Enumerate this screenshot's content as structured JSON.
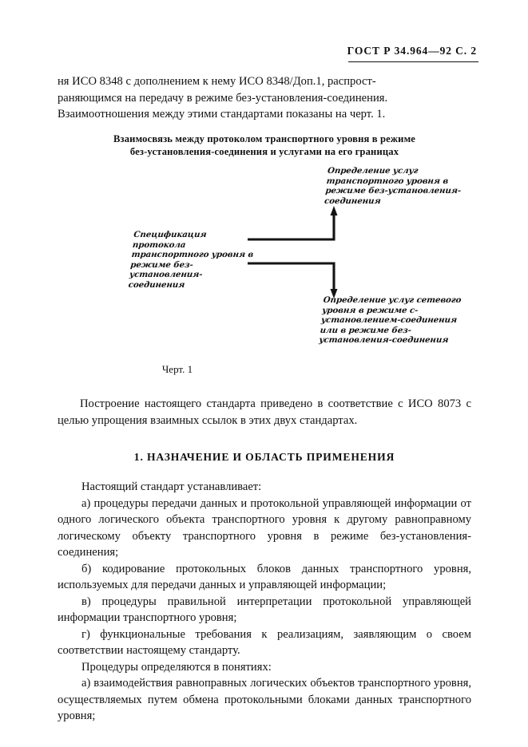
{
  "header": {
    "standard_ref": "ГОСТ Р 34.964—92 С. 2"
  },
  "intro": {
    "line1": "ня ИСО 8348 с дополнением к нему ИСО 8348/Доп.1, распрост-",
    "line2": "раняющимся на передачу в режиме без-установления-соединения.",
    "line3": "Взаимоотношения между этими стандартами показаны на черт. 1."
  },
  "figure": {
    "title_line1": "Взаимосвязь между протоколом транспортного уровня в режиме",
    "title_line2": "без-установления-соединения и услугами на его границах",
    "caption": "Черт. 1",
    "box_top_right": "Определение услуг транспортного уровня в режиме без-установления-соединения",
    "box_left": "Спецификация протокола транспортного уровня в режиме без-установления-соединения",
    "box_bottom_right": "Определение услуг сетевого уровня в режиме с-установлением-соединения или в режиме без-установления-соединения"
  },
  "after_figure": {
    "paragraph": "Построение настоящего стандарта приведено в соответствие с ИСО 8073 с целью упрощения взаимных ссылок в этих двух стан­дартах."
  },
  "section": {
    "heading": "1. НАЗНАЧЕНИЕ И ОБЛАСТЬ ПРИМЕНЕНИЯ",
    "lead": "Настоящий стандарт устанавливает:",
    "item_a": "а) процедуры передачи данных и протокольной управляющей информации от одного логического объекта транспортного уровня к другому равноправному логическому объекту транспортного уровня в режиме без-установления-соединения;",
    "item_b": "б) кодирование протокольных блоков данных транспортного уровня, используемых для передачи данных и управляющей ин­формации;",
    "item_v": "в) процедуры правильной интерпретации протокольной управ­ляющей информации транспортного уровня;",
    "item_g": "г) функциональные требования к реализациям, заявляющим о своем соответствии настоящему стандарту.",
    "lead2": "Процедуры определяются в понятиях:",
    "item_a2": "а) взаимодействия равноправных логических объектов транс­портного уровня, осуществляемых путем обмена протокольными блоками данных транспортного уровня;"
  }
}
